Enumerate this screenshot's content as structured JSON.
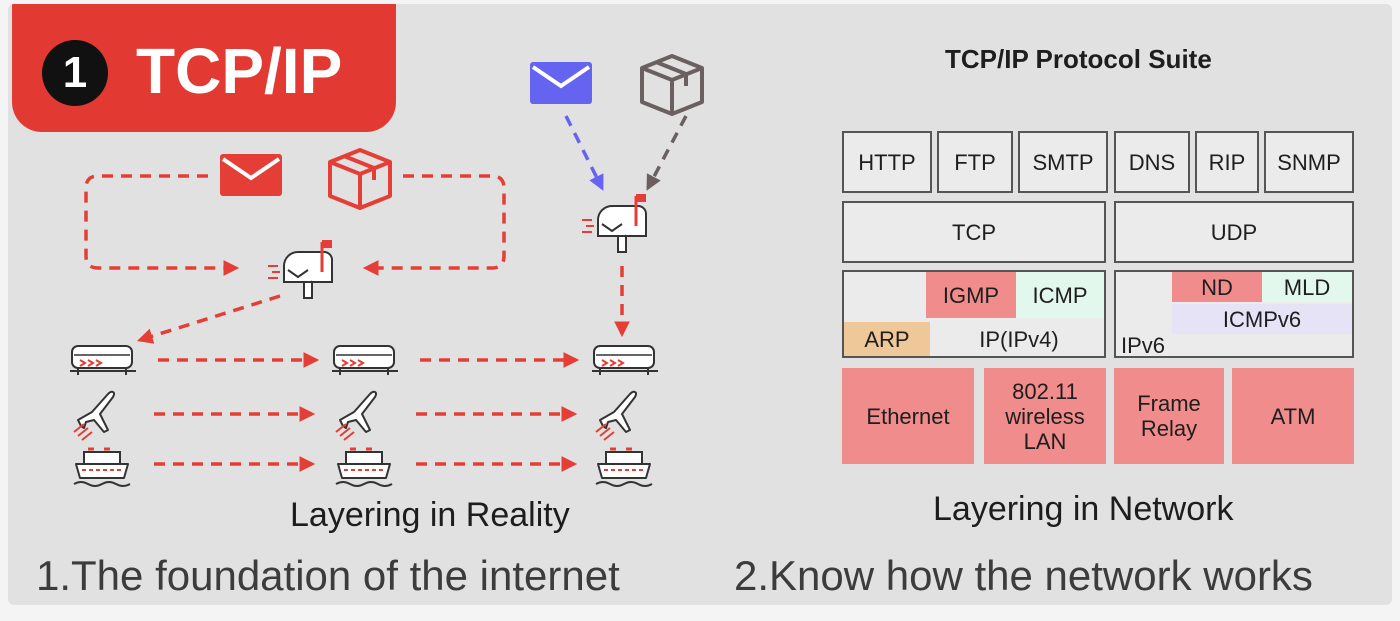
{
  "badge": {
    "number": "1",
    "title": "TCP/IP"
  },
  "left": {
    "caption": "Layering in Reality",
    "bottom_text": "1.The foundation of the internet"
  },
  "right": {
    "title": "TCP/IP Protocol Suite",
    "application": [
      "HTTP",
      "FTP",
      "SMTP",
      "DNS",
      "RIP",
      "SNMP"
    ],
    "transport": [
      "TCP",
      "UDP"
    ],
    "internet_v4": {
      "igmp": "IGMP",
      "icmp": "ICMP",
      "arp": "ARP",
      "ip": "IP(IPv4)"
    },
    "internet_v6": {
      "nd": "ND",
      "mld": "MLD",
      "icmpv6": "ICMPv6",
      "ipv6": "IPv6"
    },
    "link": [
      "Ethernet",
      "802.11 wireless LAN",
      "Frame Relay",
      "ATM"
    ],
    "caption": "Layering in Network",
    "bottom_text": "2.Know how the network works"
  },
  "icons": [
    "envelope-icon",
    "package-icon",
    "mailbox-icon",
    "train-icon",
    "airplane-icon",
    "ship-icon"
  ],
  "colors": {
    "accent_red": "#e23a33",
    "arrow_blue": "#6464f0",
    "arrow_gray": "#6b6060",
    "box_pink": "#f08c8c",
    "box_mint": "#e3f8ec",
    "box_lavender": "#e6e3f6",
    "box_sand": "#efc89a"
  }
}
